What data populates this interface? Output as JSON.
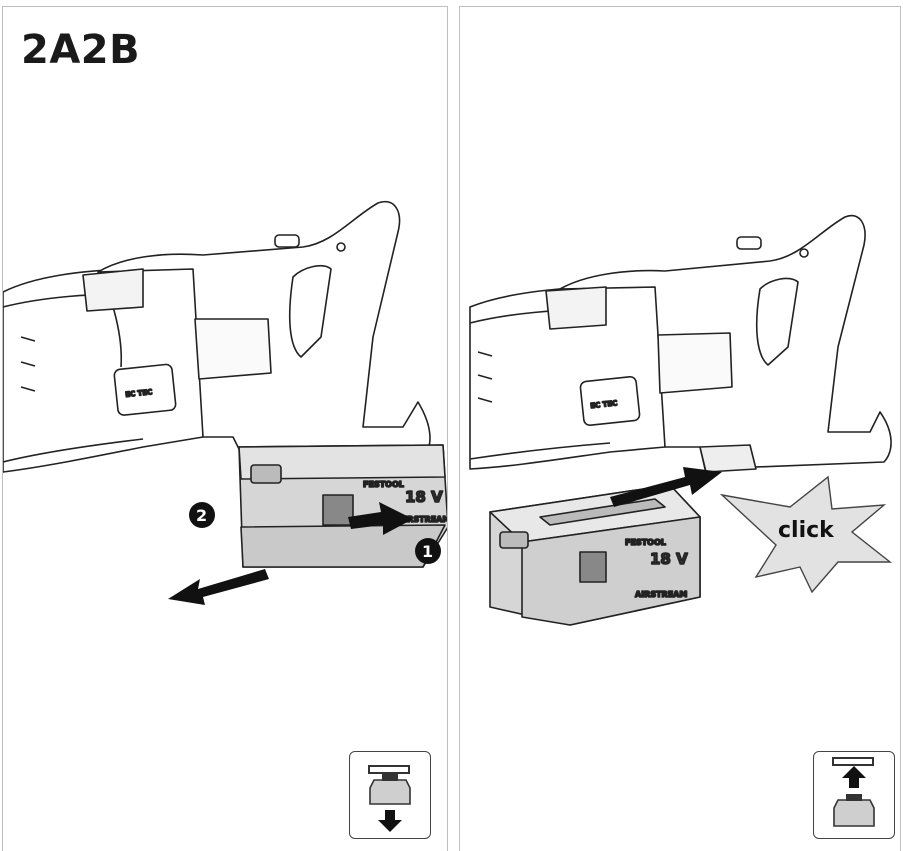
{
  "figure": {
    "label": "2A2B"
  },
  "left_panel": {
    "step_marks": [
      "2",
      "1"
    ],
    "battery": {
      "brand": "FESTOOL",
      "voltage": "18 V",
      "model": "AIRSTREAM"
    },
    "tool_label": "EC TEC"
  },
  "right_panel": {
    "callout": "click",
    "battery": {
      "brand": "FESTOOL",
      "voltage": "18 V",
      "model": "AIRSTREAM"
    },
    "tool_label": "EC TEC"
  },
  "icons": {
    "left_badge": "battery-remove-icon",
    "right_badge": "battery-insert-icon"
  }
}
